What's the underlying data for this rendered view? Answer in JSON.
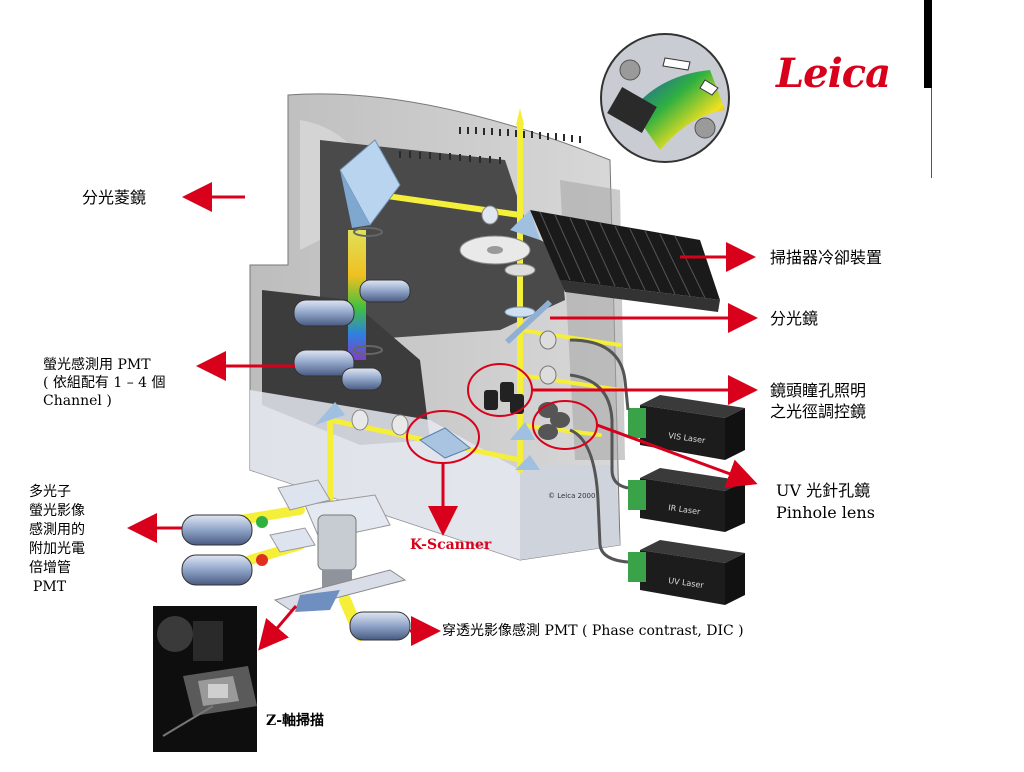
{
  "brand": {
    "logo_text": "Leica",
    "accent_color": "#d9001b"
  },
  "labels": {
    "beam_splitter_prism": "分光菱鏡",
    "scanner_cooling": "掃描器冷卻裝置",
    "beam_splitter": "分光鏡",
    "fluor_pmt_line1": "螢光感測用 PMT",
    "fluor_pmt_line2": "( 依組配有 1 – 4 個",
    "fluor_pmt_line3": "Channel )",
    "pinhole_line1": "鏡頭瞳孔照明",
    "pinhole_line2": "之光徑調控鏡",
    "uv_pinhole_line1": "UV 光針孔鏡",
    "uv_pinhole_line2": "Pinhole lens",
    "multiphoton_line1": "多光子",
    "multiphoton_line2": "螢光影像",
    "multiphoton_line3": "感測用的",
    "multiphoton_line4": "附加光電",
    "multiphoton_line5": "倍增管",
    "multiphoton_line6": "PMT",
    "k_scanner": "K-Scanner",
    "transmitted_pmt": "穿透光影像感測 PMT ( Phase contrast, DIC )",
    "z_scan": "Z-軸掃描"
  },
  "lasers": [
    "VIS Laser",
    "IR Laser",
    "UV Laser"
  ],
  "housing_mark": "© Leica 2000"
}
